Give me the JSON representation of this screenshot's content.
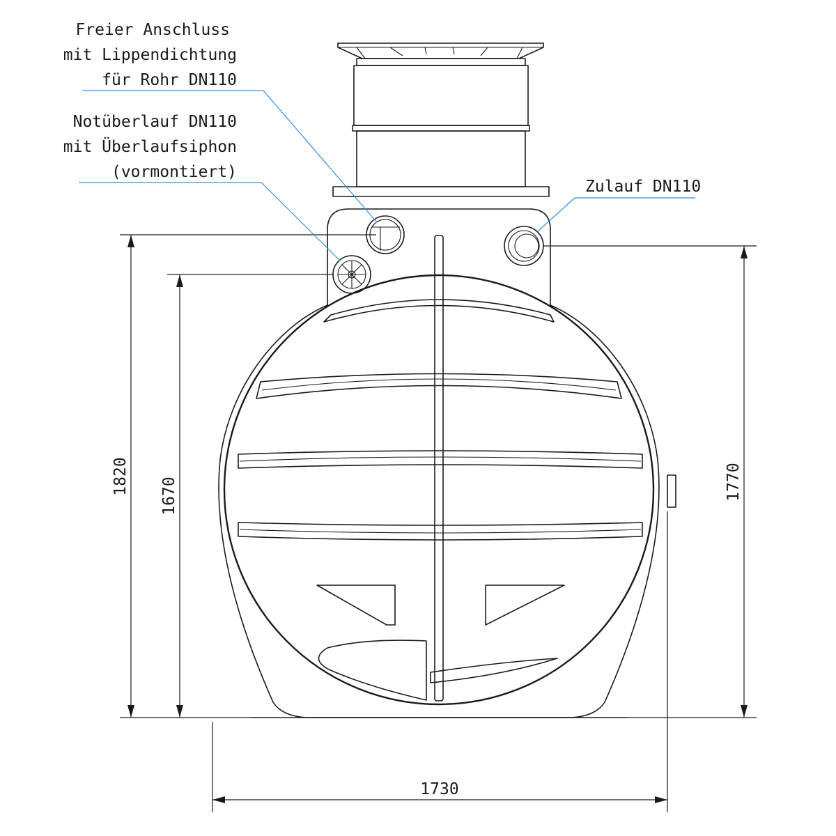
{
  "colors": {
    "line": "#1a1a1a",
    "leader": "#2f8fe8",
    "background": "#ffffff"
  },
  "labels": {
    "free_connection": {
      "line1": "Freier Anschluss",
      "line2": "mit Lippendichtung",
      "line3": "für Rohr DN110"
    },
    "overflow": {
      "line1": "Notüberlauf DN110",
      "line2": "mit Überlaufsiphon",
      "line3": "(vormontiert)"
    },
    "inlet": {
      "line1": "Zulauf DN110"
    }
  },
  "dimensions": {
    "total_height": "1820",
    "overflow_height": "1670",
    "inlet_height": "1770",
    "width": "1730"
  }
}
